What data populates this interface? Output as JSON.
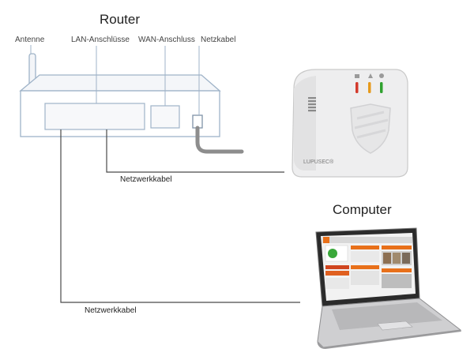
{
  "router": {
    "title": "Router",
    "labels": {
      "antenna": "Antenne",
      "lan": "LAN-Anschlüsse",
      "wan": "WAN-Anschluss",
      "power": "Netzkabel"
    }
  },
  "alarm_unit": {
    "brand": "LUPUSEC®"
  },
  "computer": {
    "title": "Computer"
  },
  "cables": {
    "upper": "Netzwerkkabel",
    "lower": "Netzwerkkabel"
  },
  "colors": {
    "outline": "#9fb3c8",
    "cable": "#4a4a4a",
    "power_cable": "#8d8d8d",
    "led_red": "#d33a2c",
    "led_orange": "#e69a1c",
    "led_green": "#2fa12f"
  }
}
